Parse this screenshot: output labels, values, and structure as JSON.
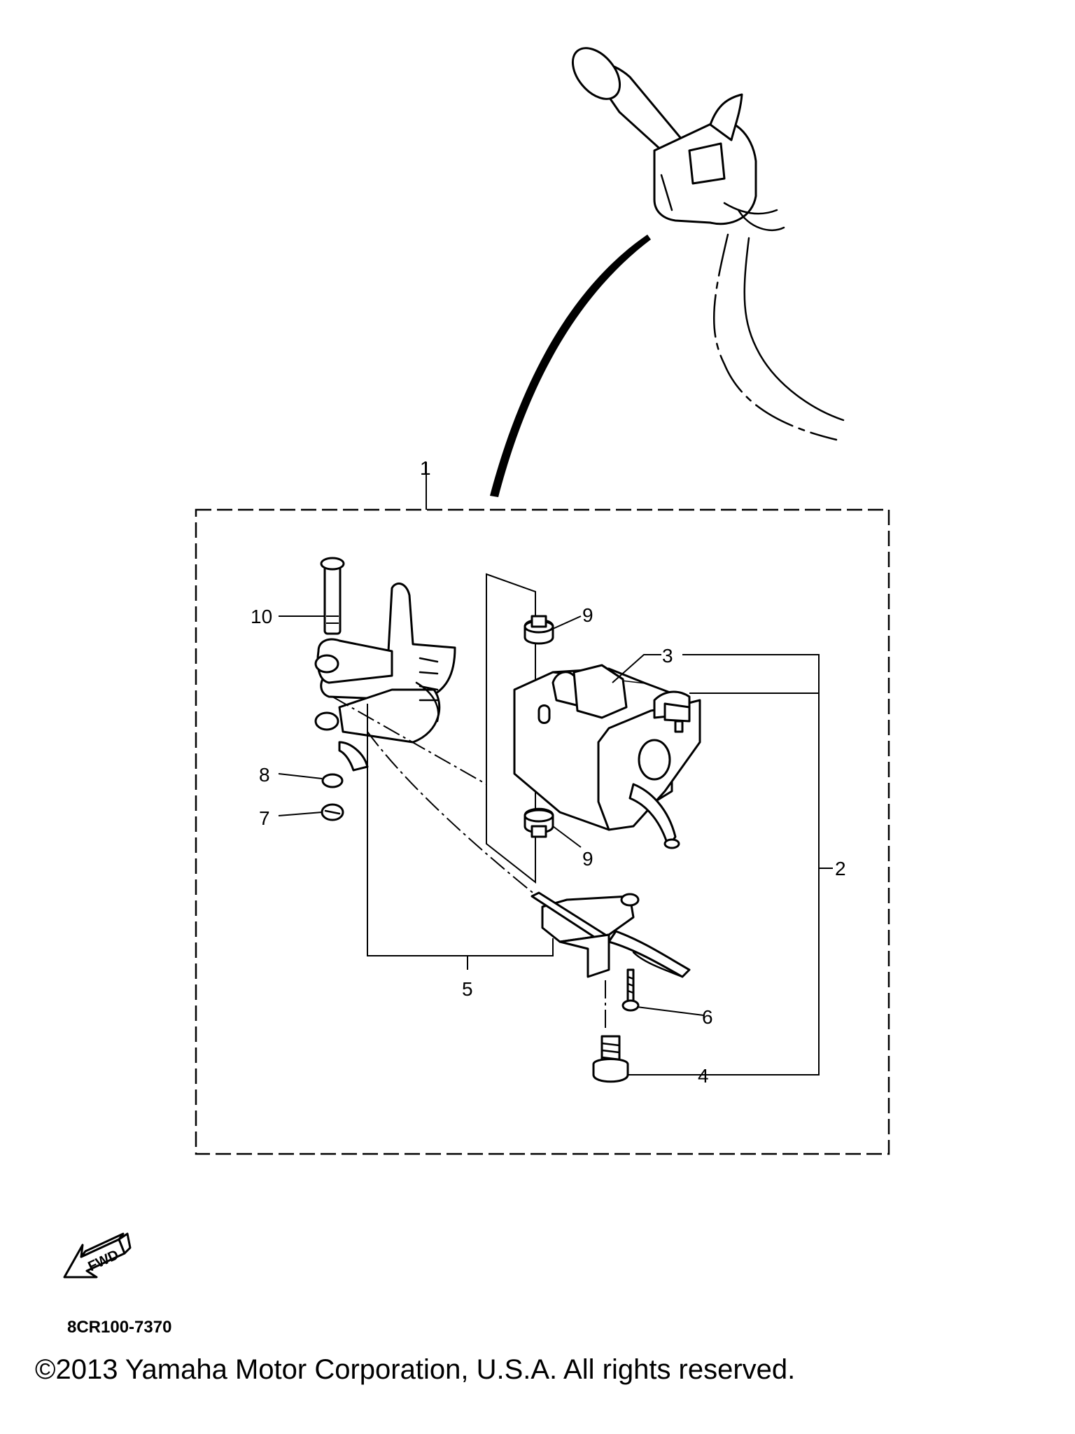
{
  "callouts": {
    "c1": "1",
    "c2": "2",
    "c3": "3",
    "c4": "4",
    "c5": "5",
    "c6": "6",
    "c7": "7",
    "c8": "8",
    "c9a": "9",
    "c9b": "9",
    "c10": "10"
  },
  "fwd_label": "FWD",
  "diagram_code": "8CR100-7370",
  "copyright": "©2013 Yamaha Motor Corporation, U.S.A. All rights reserved."
}
